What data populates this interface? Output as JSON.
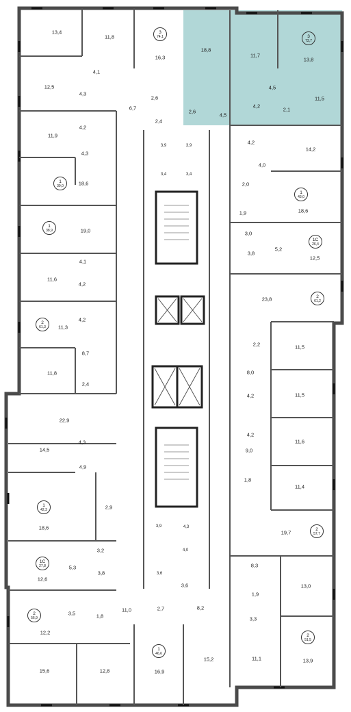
{
  "colors": {
    "wall": "#4a4a4a",
    "window": "#222222",
    "highlight": "#a9d3d3",
    "line": "#6a6a6a"
  },
  "apartments": [
    {
      "rooms": "3",
      "area": "74,1"
    },
    {
      "rooms": "3",
      "area": "73,7",
      "highlighted": true
    },
    {
      "rooms": "1",
      "area": "39,0"
    },
    {
      "rooms": "1",
      "area": "43,0"
    },
    {
      "rooms": "1",
      "area": "38,9"
    },
    {
      "rooms": "1С",
      "area": "26,4"
    },
    {
      "rooms": "2",
      "area": "61,2"
    },
    {
      "rooms": "2",
      "area": "61,3"
    },
    {
      "rooms": "1",
      "area": "42,3"
    },
    {
      "rooms": "2",
      "area": "57,7"
    },
    {
      "rooms": "1С",
      "area": "27,8"
    },
    {
      "rooms": "2",
      "area": "56,9"
    },
    {
      "rooms": "1",
      "area": "46,6"
    },
    {
      "rooms": "2",
      "area": "51,5"
    }
  ],
  "room_areas": [
    "13,4",
    "11,8",
    "16,3",
    "18,8",
    "11,7",
    "13,8",
    "12,5",
    "4,1",
    "4,3",
    "4,2",
    "6,7",
    "2,6",
    "2,4",
    "2,6",
    "4,5",
    "4,2",
    "4,5",
    "2,1",
    "11,5",
    "11,9",
    "4,3",
    "4,2",
    "14,2",
    "4,0",
    "18,6",
    "2,0",
    "18,6",
    "19,0",
    "1,9",
    "3,0",
    "5,2",
    "3,8",
    "12,5",
    "4,1",
    "11,6",
    "4,2",
    "4,2",
    "23,8",
    "11,3",
    "8,7",
    "2,2",
    "11,5",
    "11,8",
    "2,4",
    "8,0",
    "11,5",
    "22,9",
    "4,2",
    "4,2",
    "11,6",
    "14,5",
    "4,3",
    "4,9",
    "9,0",
    "11,4",
    "1,8",
    "18,6",
    "2,9",
    "19,7",
    "3,2",
    "8,3",
    "5,3",
    "3,8",
    "12,6",
    "1,9",
    "3,6",
    "13,0",
    "3,5",
    "1,8",
    "11,0",
    "2,7",
    "8,2",
    "3,3",
    "12,2",
    "15,6",
    "12,8",
    "16,9",
    "15,2",
    "11,1",
    "13,9",
    "3,9",
    "3,9",
    "3,4",
    "3,4",
    "3,9",
    "4,3",
    "4,0",
    "3,6"
  ]
}
